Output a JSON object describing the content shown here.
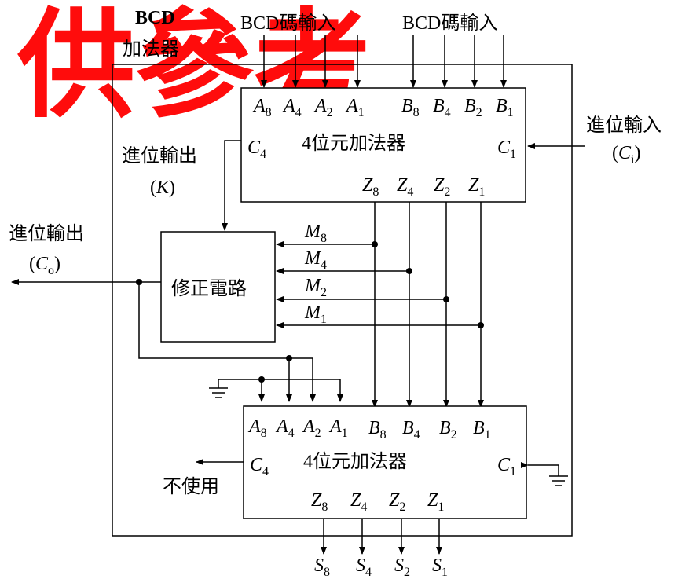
{
  "watermark": {
    "text": "供參考",
    "color": "#ff0000"
  },
  "title": {
    "line1": "BCD",
    "line2": "加法器"
  },
  "inputs": {
    "left_label": "BCD碼輸入",
    "right_label": "BCD碼輸入",
    "carry_in_label": "進位輸入",
    "carry_in_symbol": "C",
    "carry_in_sub": "i"
  },
  "upper_adder": {
    "name": "4位元加法器",
    "a_pins": [
      {
        "n": "A",
        "s": "8"
      },
      {
        "n": "A",
        "s": "4"
      },
      {
        "n": "A",
        "s": "2"
      },
      {
        "n": "A",
        "s": "1"
      }
    ],
    "b_pins": [
      {
        "n": "B",
        "s": "8"
      },
      {
        "n": "B",
        "s": "4"
      },
      {
        "n": "B",
        "s": "2"
      },
      {
        "n": "B",
        "s": "1"
      }
    ],
    "z_pins": [
      {
        "n": "Z",
        "s": "8"
      },
      {
        "n": "Z",
        "s": "4"
      },
      {
        "n": "Z",
        "s": "2"
      },
      {
        "n": "Z",
        "s": "1"
      }
    ],
    "carry_out": {
      "n": "C",
      "s": "4"
    },
    "carry_in": {
      "n": "C",
      "s": "1"
    }
  },
  "carry_k": {
    "label": "進位輸出",
    "symbol": "K"
  },
  "carry_out_final": {
    "label": "進位輸出",
    "symbol": "C",
    "sub": "o"
  },
  "correction": {
    "name": "修正電路",
    "m_pins": [
      {
        "n": "M",
        "s": "8"
      },
      {
        "n": "M",
        "s": "4"
      },
      {
        "n": "M",
        "s": "2"
      },
      {
        "n": "M",
        "s": "1"
      }
    ]
  },
  "lower_adder": {
    "name": "4位元加法器",
    "a_pins": [
      {
        "n": "A",
        "s": "8"
      },
      {
        "n": "A",
        "s": "4"
      },
      {
        "n": "A",
        "s": "2"
      },
      {
        "n": "A",
        "s": "1"
      }
    ],
    "b_pins": [
      {
        "n": "B",
        "s": "8"
      },
      {
        "n": "B",
        "s": "4"
      },
      {
        "n": "B",
        "s": "2"
      },
      {
        "n": "B",
        "s": "1"
      }
    ],
    "z_pins": [
      {
        "n": "Z",
        "s": "8"
      },
      {
        "n": "Z",
        "s": "4"
      },
      {
        "n": "Z",
        "s": "2"
      },
      {
        "n": "Z",
        "s": "1"
      }
    ],
    "carry_out": {
      "n": "C",
      "s": "4"
    },
    "carry_in": {
      "n": "C",
      "s": "1"
    },
    "unused_label": "不使用"
  },
  "outputs": [
    {
      "n": "S",
      "s": "8"
    },
    {
      "n": "S",
      "s": "4"
    },
    {
      "n": "S",
      "s": "2"
    },
    {
      "n": "S",
      "s": "1"
    }
  ]
}
